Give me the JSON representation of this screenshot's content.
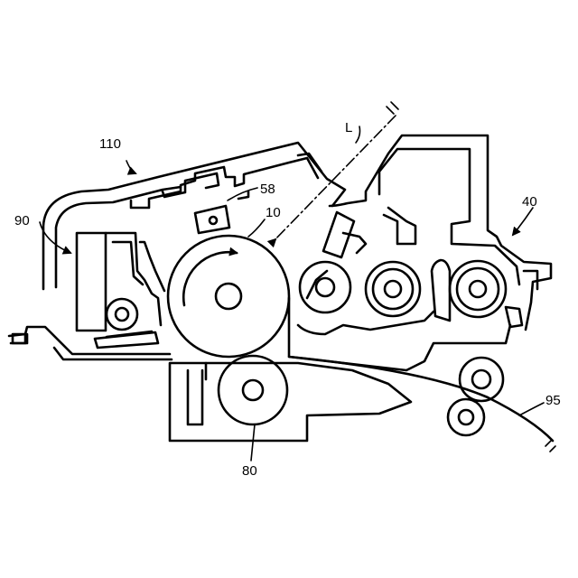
{
  "labels": {
    "l110": "110",
    "l90": "90",
    "l58": "58",
    "l10": "10",
    "lL": "L",
    "l40": "40",
    "l95": "95",
    "l80": "80"
  },
  "colors": {
    "line": "#000000",
    "background": "#ffffff"
  }
}
